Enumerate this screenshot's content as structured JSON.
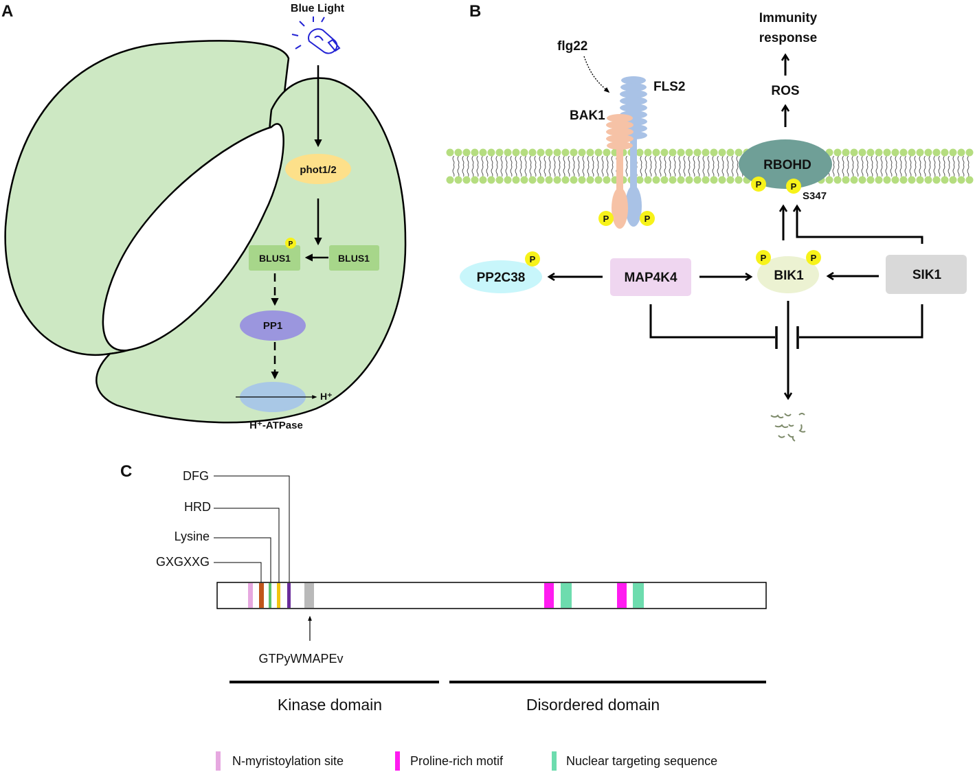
{
  "panel_a": {
    "panel_letter": "A",
    "light_label": "Blue Light",
    "phot": "phot1/2",
    "blus1_phospho": "BLUS1",
    "blus1": "BLUS1",
    "p_mark": "P",
    "pp1": "PP1",
    "h_plus": "H⁺",
    "atpase": "H⁺-ATPase"
  },
  "panel_b": {
    "panel_letter": "B",
    "flg22": "flg22",
    "fls2": "FLS2",
    "bak1": "BAK1",
    "immunity_line1": "Immunity",
    "immunity_line2": "response",
    "ros": "ROS",
    "rbohd": "RBOHD",
    "s347": "S347",
    "p_mark": "P",
    "pp2c38": "PP2C38",
    "map4k4": "MAP4K4",
    "bik1": "BIK1",
    "sik1": "SIK1"
  },
  "panel_c": {
    "panel_letter": "C",
    "motifs": [
      "DFG",
      "HRD",
      "Lysine",
      "GXGXXG"
    ],
    "gtp_label": "GTPyWMAPEv",
    "kinase_domain": "Kinase domain",
    "disordered_domain": "Disordered domain",
    "legend": [
      {
        "label": "N-myristoylation site",
        "color": "#e6a8e0"
      },
      {
        "label": "Proline-rich motif",
        "color": "#ff1cf0"
      },
      {
        "label": "Nuclear targeting sequence",
        "color": "#6ddcae"
      }
    ]
  },
  "colors": {
    "cell_green": "#cde8c3",
    "phot_yellow": "#fde08a",
    "blus_green": "#a7d68a",
    "pp1_purple": "#9b96de",
    "atpase_blue": "#a9c8e6",
    "rbohd_teal": "#6f9f97",
    "phospho_yellow": "#f7f21a",
    "map4k4_pink": "#efd6f0",
    "pp2c38_cyan": "#c8f6fb",
    "bik1_cream": "#ecf2d2",
    "sik1_gray": "#d9d9d9"
  }
}
